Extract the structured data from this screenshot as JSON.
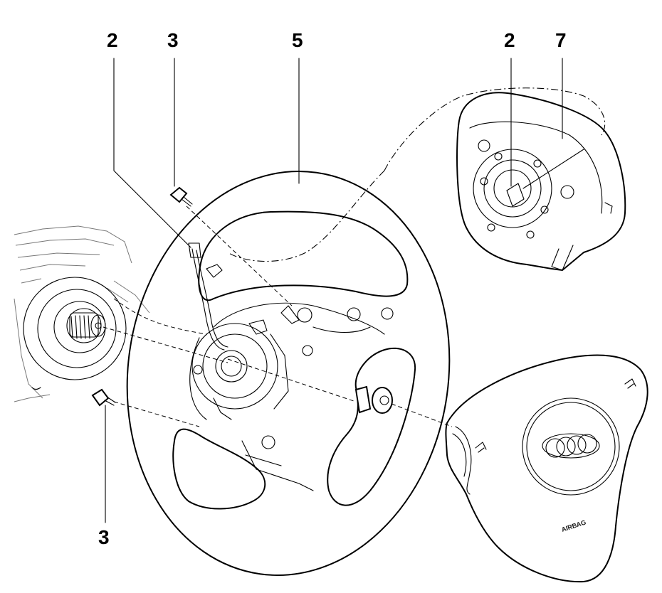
{
  "callouts": [
    {
      "id": "c1",
      "text": "2"
    },
    {
      "id": "c2",
      "text": "3"
    },
    {
      "id": "c3",
      "text": "5"
    },
    {
      "id": "c4",
      "text": "2"
    },
    {
      "id": "c5",
      "text": "7"
    },
    {
      "id": "c6",
      "text": "3"
    }
  ],
  "airbag_marking": "AIRBAG"
}
